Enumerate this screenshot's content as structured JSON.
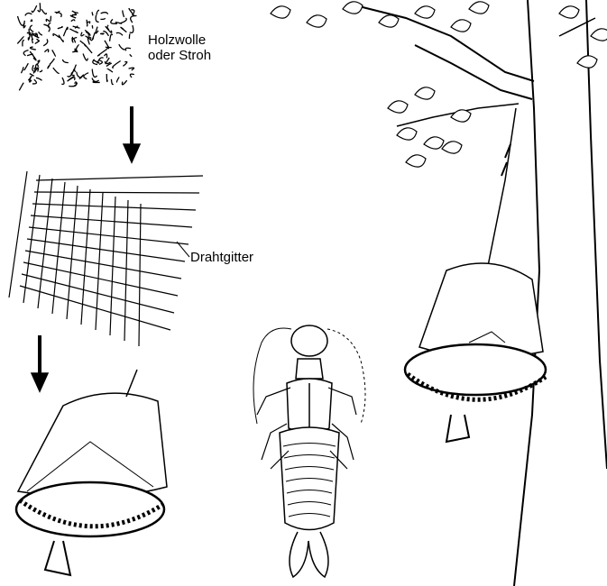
{
  "labels": {
    "straw_line1": "Holzwolle",
    "straw_line2": "oder Stroh",
    "wire_mesh": "Drahtgitter"
  },
  "colors": {
    "ink": "#000000",
    "paper": "#ffffff"
  }
}
